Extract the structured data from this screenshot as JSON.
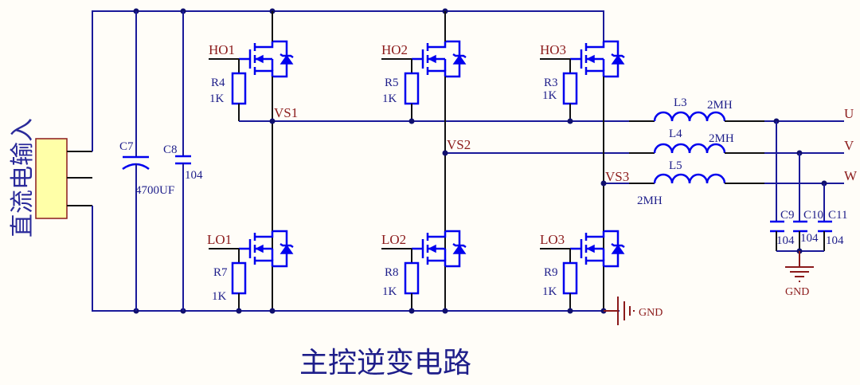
{
  "title": "主控逆变电路",
  "input_label": "直流电输入",
  "capacitors": {
    "c7": {
      "ref": "C7",
      "value": "4700UF"
    },
    "c8": {
      "ref": "C8",
      "value": "104"
    },
    "c9": {
      "ref": "C9",
      "value": "104"
    },
    "c10": {
      "ref": "C10",
      "value": "104"
    },
    "c11": {
      "ref": "C11",
      "value": "104"
    }
  },
  "gates": {
    "high": [
      "HO1",
      "HO2",
      "HO3"
    ],
    "low": [
      "LO1",
      "LO2",
      "LO3"
    ]
  },
  "resistors": {
    "high": [
      {
        "ref": "R4",
        "value": "1K"
      },
      {
        "ref": "R5",
        "value": "1K"
      },
      {
        "ref": "R3",
        "value": "1K"
      }
    ],
    "low": [
      {
        "ref": "R7",
        "value": "1K"
      },
      {
        "ref": "R8",
        "value": "1K"
      },
      {
        "ref": "R9",
        "value": "1K"
      }
    ]
  },
  "nodes": {
    "vs1": "VS1",
    "vs2": "VS2",
    "vs3": "VS3"
  },
  "inductors": [
    {
      "ref": "L3",
      "value": "2MH"
    },
    {
      "ref": "L4",
      "value": "2MH"
    },
    {
      "ref": "L5",
      "value": "2MH"
    }
  ],
  "outputs": [
    "U",
    "V",
    "W"
  ],
  "ground_label": "GND",
  "colors": {
    "wire": "#1a1a9a",
    "component": "#0000ee",
    "net_label": "#8b1a1a",
    "connector_fill": "#ffffa8"
  }
}
